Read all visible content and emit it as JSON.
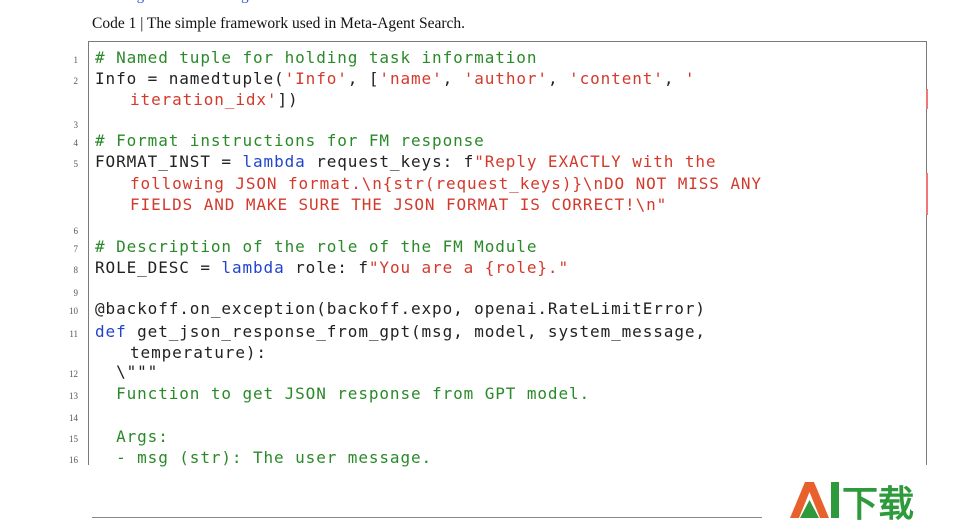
{
  "caption": "Code 1 | The simple framework used in Meta-Agent Search.",
  "code_lines": [
    {
      "num": "1",
      "segments": [
        {
          "t": "# Named tuple for holding task information",
          "c": "comment"
        }
      ]
    },
    {
      "num": "2",
      "segments": [
        {
          "t": "Info = namedtuple(",
          "c": "plain"
        },
        {
          "t": "'Info'",
          "c": "string"
        },
        {
          "t": ", [",
          "c": "plain"
        },
        {
          "t": "'name'",
          "c": "string"
        },
        {
          "t": ", ",
          "c": "plain"
        },
        {
          "t": "'author'",
          "c": "string"
        },
        {
          "t": ", ",
          "c": "plain"
        },
        {
          "t": "'content'",
          "c": "string"
        },
        {
          "t": ", ",
          "c": "plain"
        },
        {
          "t": "'",
          "c": "string"
        }
      ]
    },
    {
      "num": "",
      "segments": [
        {
          "t": "iteration_idx'",
          "c": "string"
        },
        {
          "t": "])",
          "c": "plain"
        }
      ]
    },
    {
      "num": "3",
      "segments": []
    },
    {
      "num": "4",
      "segments": [
        {
          "t": "# Format instructions for FM response",
          "c": "comment"
        }
      ]
    },
    {
      "num": "5",
      "segments": [
        {
          "t": "FORMAT_INST = ",
          "c": "plain"
        },
        {
          "t": "lambda",
          "c": "kw"
        },
        {
          "t": " request_keys: f",
          "c": "plain"
        },
        {
          "t": "\"Reply EXACTLY with the",
          "c": "string"
        }
      ]
    },
    {
      "num": "",
      "segments": [
        {
          "t": "following JSON format.\\n{str(request_keys)}\\nDO NOT MISS ANY",
          "c": "string"
        }
      ]
    },
    {
      "num": "",
      "segments": [
        {
          "t": "FIELDS AND MAKE SURE THE JSON FORMAT IS CORRECT!\\n\"",
          "c": "string"
        }
      ]
    },
    {
      "num": "6",
      "segments": []
    },
    {
      "num": "7",
      "segments": [
        {
          "t": "# Description of the role of the FM Module",
          "c": "comment"
        }
      ]
    },
    {
      "num": "8",
      "segments": [
        {
          "t": "ROLE_DESC = ",
          "c": "plain"
        },
        {
          "t": "lambda",
          "c": "kw"
        },
        {
          "t": " role: f",
          "c": "plain"
        },
        {
          "t": "\"You are a {role}.\"",
          "c": "string"
        }
      ]
    },
    {
      "num": "9",
      "segments": []
    },
    {
      "num": "10",
      "segments": [
        {
          "t": "@backoff.on_exception(backoff.expo, openai.RateLimitError)",
          "c": "plain"
        }
      ]
    },
    {
      "num": "11",
      "segments": [
        {
          "t": "def",
          "c": "kw"
        },
        {
          "t": " get_json_response_from_gpt(msg, model, system_message,",
          "c": "plain"
        }
      ]
    },
    {
      "num": "",
      "segments": [
        {
          "t": "temperature):",
          "c": "plain"
        }
      ]
    },
    {
      "num": "12",
      "segments": [
        {
          "t": "  \\\"\"\"",
          "c": "plain"
        }
      ]
    },
    {
      "num": "13",
      "segments": [
        {
          "t": "  Function to get JSON response from GPT model.",
          "c": "doc"
        }
      ]
    },
    {
      "num": "14",
      "segments": []
    },
    {
      "num": "15",
      "segments": [
        {
          "t": "  Args:",
          "c": "doc"
        }
      ]
    },
    {
      "num": "16",
      "segments": [
        {
          "t": "  - msg (str): The user message.",
          "c": "doc"
        }
      ]
    }
  ],
  "logo_text": "AI下载",
  "colors": {
    "comment": "#2a8a2a",
    "string": "#d33a2c",
    "keyword": "#2244cc",
    "logo_orange": "#e8602c",
    "logo_green": "#2f9a3c"
  }
}
